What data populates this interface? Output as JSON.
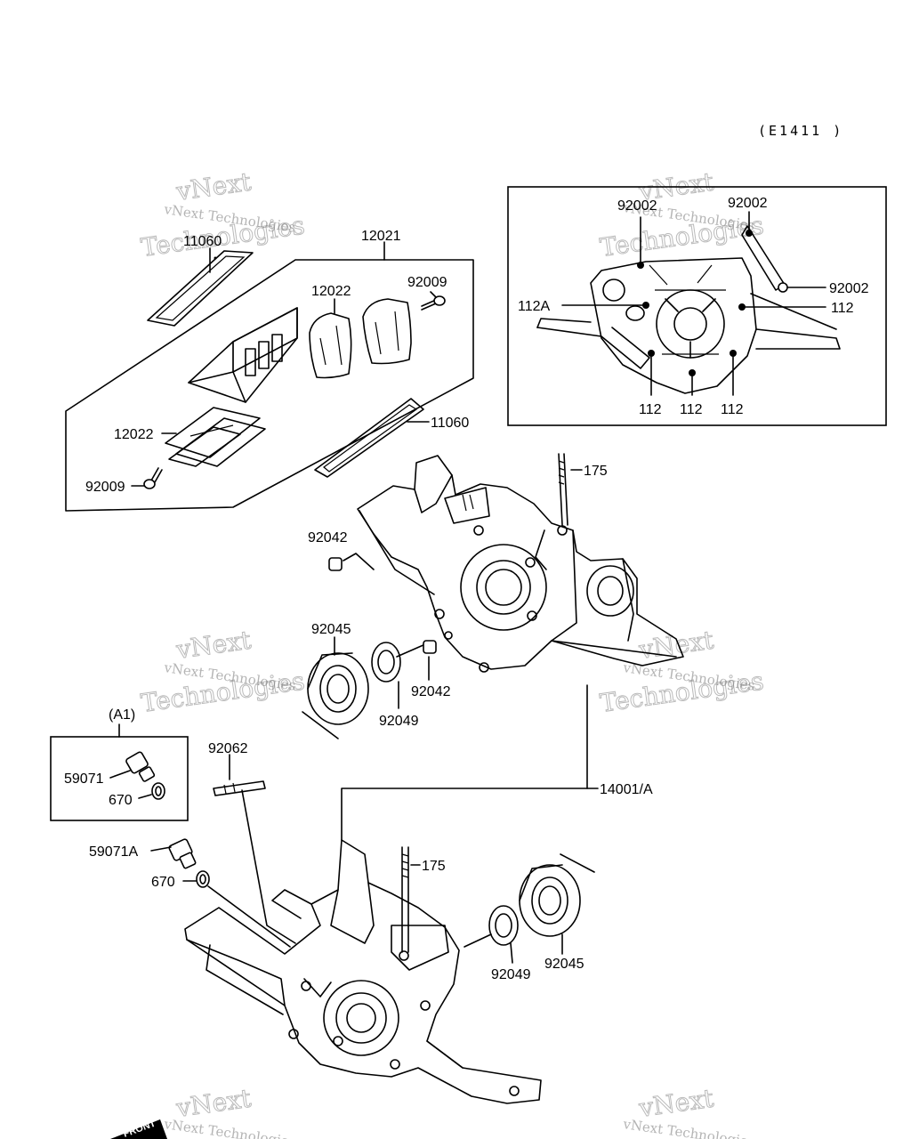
{
  "diagram": {
    "reference": "(E1411 )",
    "labels": {
      "p11060_top": "11060",
      "p12021": "12021",
      "p12022_top": "12022",
      "p92009_top": "92009",
      "p12022_left": "12022",
      "p92009_left": "92009",
      "p11060_mid": "11060",
      "p92002_a": "92002",
      "p92002_b": "92002",
      "p92002_c": "92002",
      "p112A": "112A",
      "p112_r": "112",
      "p112_b1": "112",
      "p112_b2": "112",
      "p112_b3": "112",
      "p175_top": "175",
      "p92042_top": "92042",
      "p92045_top": "92045",
      "p92042_mid": "92042",
      "p92049_top": "92049",
      "pA1": "(A1)",
      "p59071": "59071",
      "p670_box": "670",
      "p92062": "92062",
      "p14001A": "14001/A",
      "p59071A": "59071A",
      "p670": "670",
      "p175_bot": "175",
      "p92049_bot": "92049",
      "p92045_bot": "92045"
    },
    "watermark": {
      "line1": "vNext Technologies",
      "word1": "vNext",
      "word2": "Technologies"
    },
    "front_marker": "FRONT"
  }
}
